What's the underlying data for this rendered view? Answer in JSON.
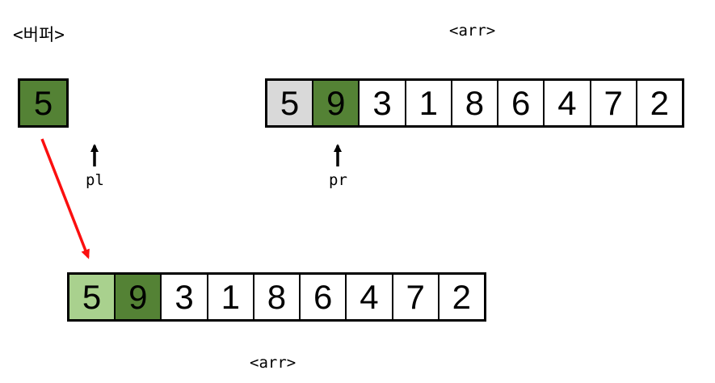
{
  "diagram": {
    "colors": {
      "dark_green": "#548235",
      "light_green": "#a9d18e",
      "gray": "#d9d9d9",
      "white": "#ffffff",
      "arrow_red": "#fb0f0f",
      "line_black": "#000000"
    },
    "buffer": {
      "label": "<버퍼>",
      "cells": [
        {
          "value": "5",
          "color": "dark_green"
        }
      ]
    },
    "top_array": {
      "label": "<arr>",
      "cells": [
        {
          "value": "5",
          "color": "gray"
        },
        {
          "value": "9",
          "color": "dark_green"
        },
        {
          "value": "3",
          "color": "white"
        },
        {
          "value": "1",
          "color": "white"
        },
        {
          "value": "8",
          "color": "white"
        },
        {
          "value": "6",
          "color": "white"
        },
        {
          "value": "4",
          "color": "white"
        },
        {
          "value": "7",
          "color": "white"
        },
        {
          "value": "2",
          "color": "white"
        }
      ]
    },
    "bottom_array": {
      "label": "<arr>",
      "cells": [
        {
          "value": "5",
          "color": "light_green"
        },
        {
          "value": "9",
          "color": "dark_green"
        },
        {
          "value": "3",
          "color": "white"
        },
        {
          "value": "1",
          "color": "white"
        },
        {
          "value": "8",
          "color": "white"
        },
        {
          "value": "6",
          "color": "white"
        },
        {
          "value": "4",
          "color": "white"
        },
        {
          "value": "7",
          "color": "white"
        },
        {
          "value": "2",
          "color": "white"
        }
      ]
    },
    "pointers": {
      "pl": {
        "label": "pl"
      },
      "pr": {
        "label": "pr"
      }
    }
  }
}
